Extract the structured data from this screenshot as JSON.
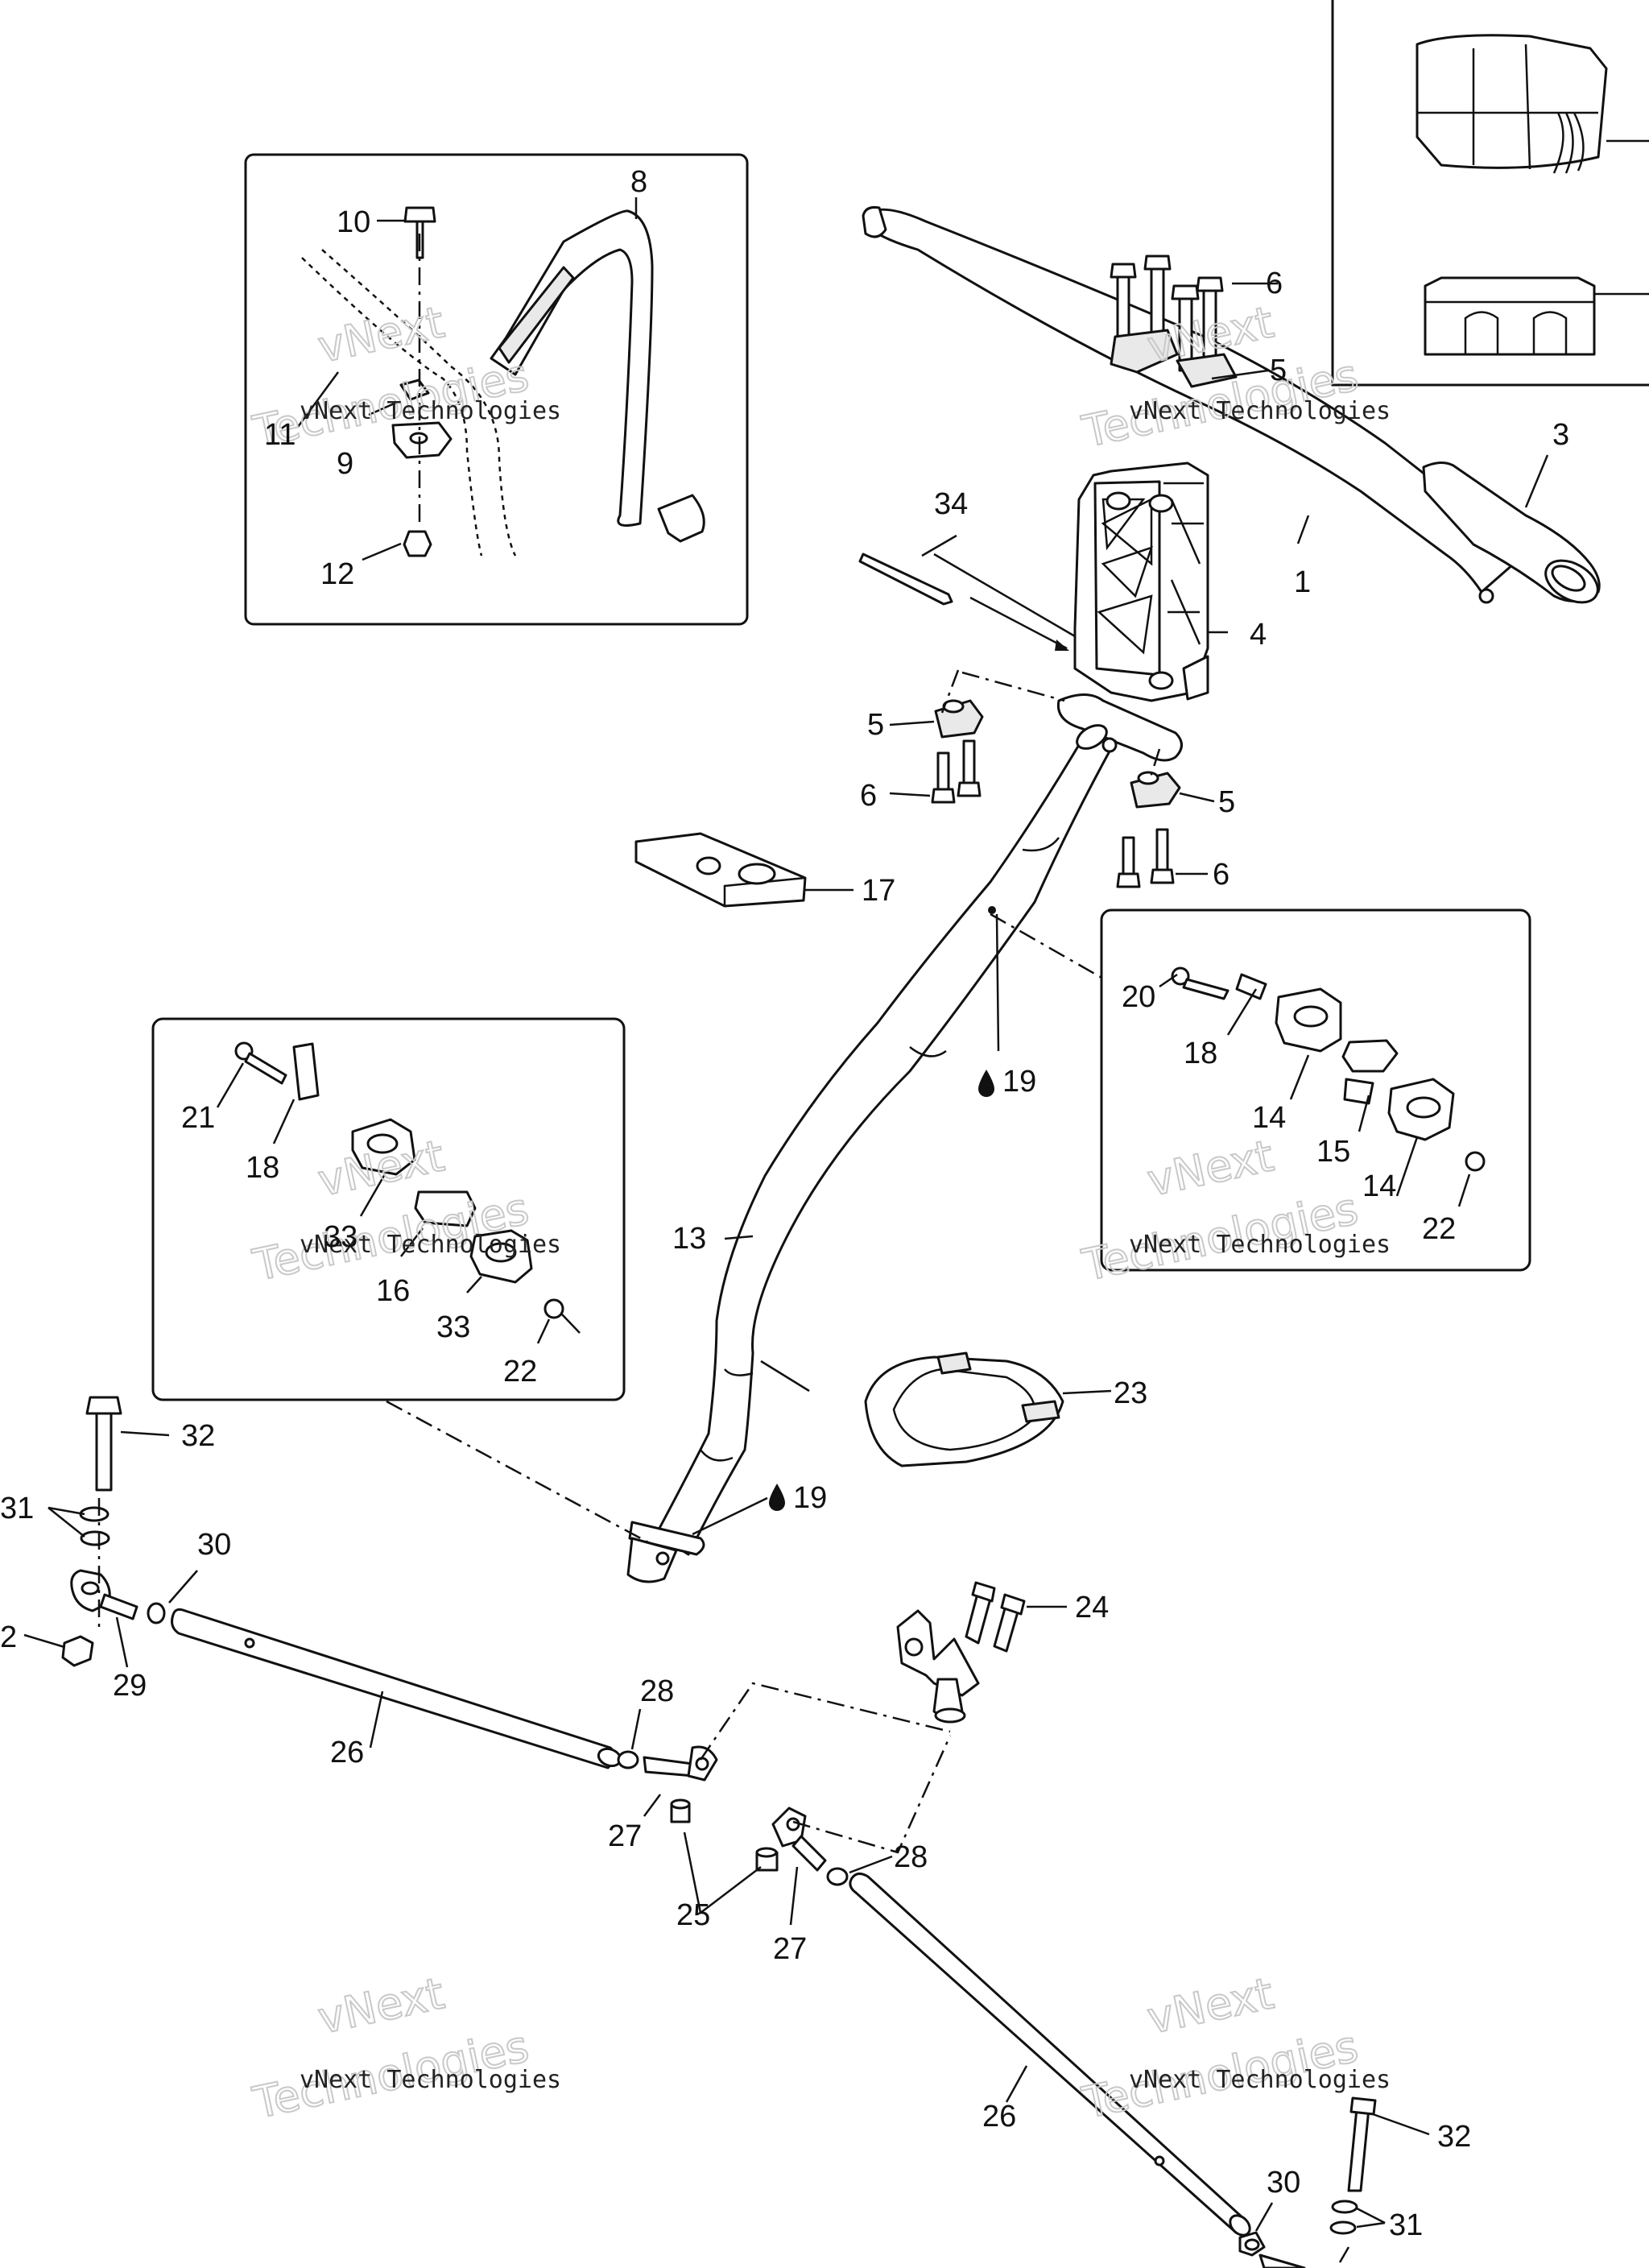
{
  "watermark": {
    "line1": "vNext Technologies",
    "line2": "vNext",
    "line3": "Technologies"
  },
  "callouts": {
    "c1": "1",
    "c2": "2",
    "c3": "3",
    "c4": "4",
    "c5": "5",
    "c6": "6",
    "c8": "8",
    "c9": "9",
    "c10": "10",
    "c11": "11",
    "c12": "12",
    "c13": "13",
    "c14": "14",
    "c15": "15",
    "c16": "16",
    "c17": "17",
    "c18": "18",
    "c19": "19",
    "c20": "20",
    "c21": "21",
    "c22": "22",
    "c23": "23",
    "c24": "24",
    "c25": "25",
    "c26": "26",
    "c27": "27",
    "c28": "28",
    "c29": "29",
    "c30": "30",
    "c31": "31",
    "c32": "32",
    "c33": "33",
    "c34": "34"
  },
  "icons": {
    "lubricant": "oil-drop-icon"
  },
  "colors": {
    "line": "#111111",
    "watermark_outline": "#c9c9c9",
    "background": "#ffffff"
  }
}
